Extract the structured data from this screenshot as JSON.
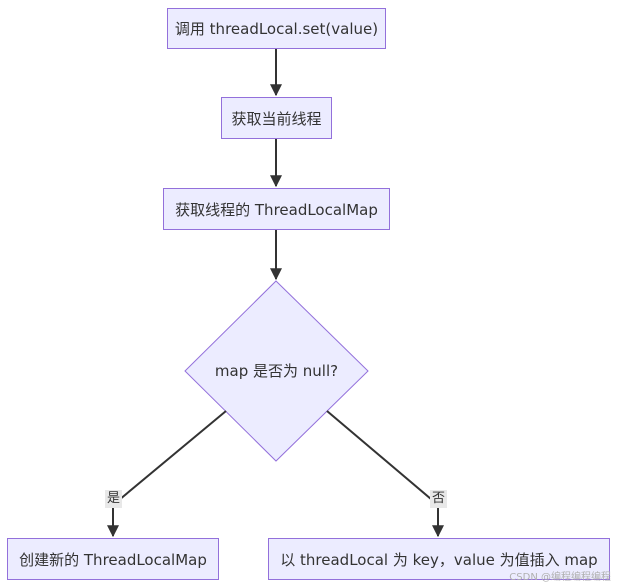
{
  "nodes": {
    "call_set": "调用 threadLocal.set(value)",
    "get_thread": "获取当前线程",
    "get_map": "获取线程的 ThreadLocalMap",
    "decision": "map 是否为 null?",
    "create_map": "创建新的 ThreadLocalMap",
    "insert_value": "以 threadLocal 为 key，value 为值插入 map"
  },
  "edges": {
    "yes_label": "是",
    "no_label": "否"
  },
  "colors": {
    "node_fill": "#ECECFF",
    "node_border": "#9370DB",
    "edge": "#333333"
  },
  "watermark": "CSDN @编程编程编程"
}
